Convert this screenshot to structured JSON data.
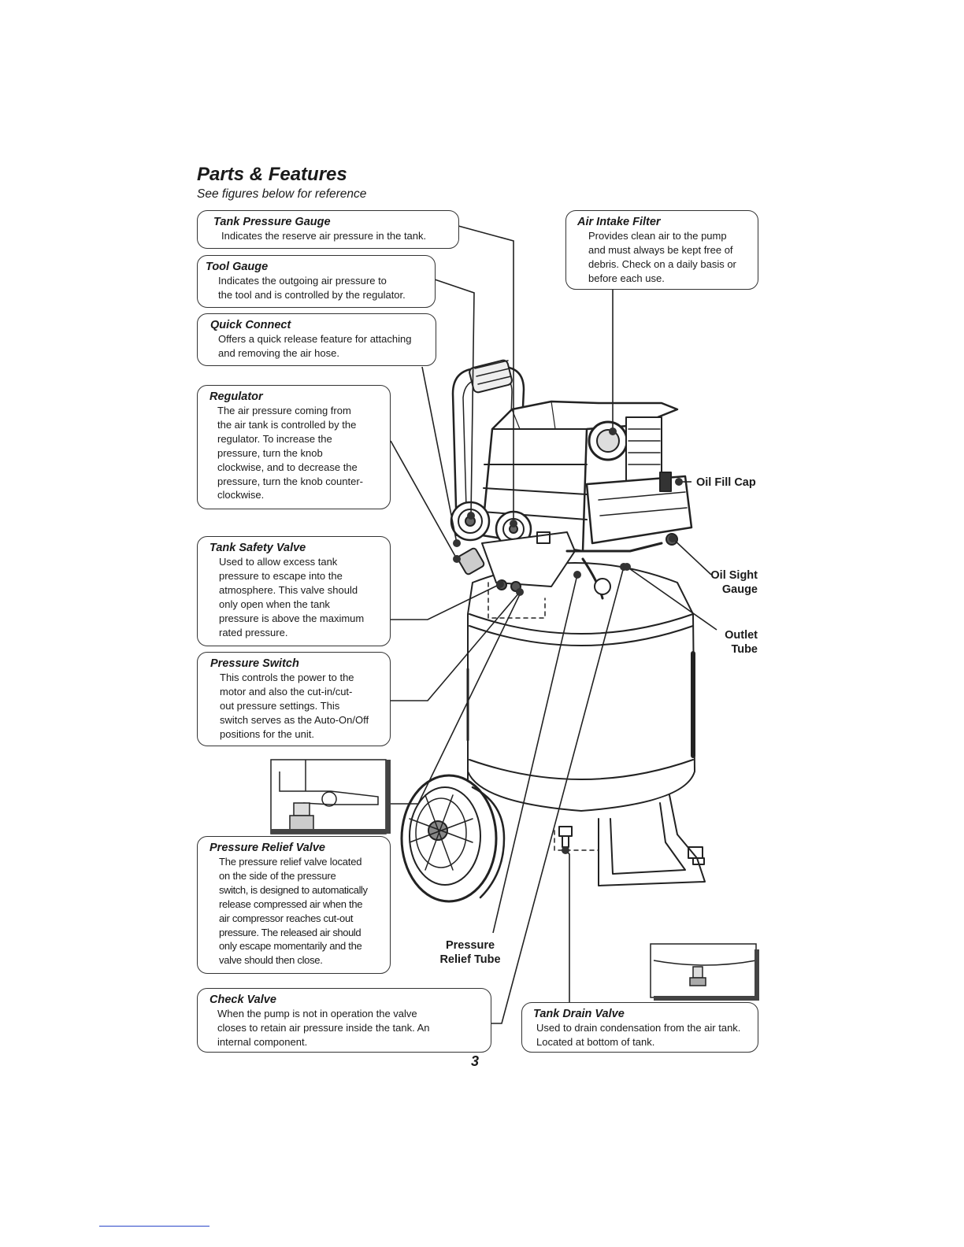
{
  "header": {
    "title": "Parts & Features",
    "subtitle": "See figures below for reference"
  },
  "callouts": {
    "tank_pressure_gauge": {
      "title": "Tank Pressure Gauge",
      "lines": [
        "Indicates the reserve air pressure in the tank."
      ]
    },
    "tool_gauge": {
      "title": "Tool Gauge",
      "lines": [
        "Indicates the outgoing air pressure to",
        "the tool and is controlled by the regulator."
      ]
    },
    "quick_connect": {
      "title": "Quick Connect",
      "lines": [
        "Offers a quick release feature for attaching",
        "and removing the air hose."
      ]
    },
    "regulator": {
      "title": "Regulator",
      "lines": [
        "The air pressure coming from",
        "the air tank is controlled by the",
        "regulator. To increase the",
        "pressure, turn the knob",
        "clockwise, and to decrease the",
        "pressure, turn the knob counter-",
        "clockwise."
      ]
    },
    "tank_safety_valve": {
      "title": "Tank Safety Valve",
      "lines": [
        "Used to allow excess tank",
        "pressure to escape into the",
        "atmosphere. This valve should",
        "only open when the tank",
        "pressure is above the maximum",
        "rated pressure."
      ]
    },
    "pressure_switch": {
      "title": "Pressure Switch",
      "lines": [
        "This controls the power to the",
        "motor and also the cut-in/cut-",
        "out pressure settings. This",
        "switch serves as the Auto-On/Off",
        "positions for the unit."
      ]
    },
    "pressure_relief_valve": {
      "title": "Pressure Relief Valve",
      "lines": [
        "The pressure relief valve located",
        "on the side of the pressure",
        "switch, is designed to automatically",
        "release compressed air when the",
        "air compressor reaches cut-out",
        "pressure. The released air should",
        "only escape momentarily and the",
        "valve should then close."
      ]
    },
    "check_valve": {
      "title": "Check Valve",
      "lines": [
        "When the pump is not in operation the valve",
        "closes to retain air pressure inside the tank. An",
        "internal component."
      ]
    },
    "air_intake_filter": {
      "title": "Air Intake Filter",
      "lines": [
        "Provides clean air to the pump",
        "and must always be kept free of",
        "debris. Check on a daily basis or",
        "before each use."
      ]
    },
    "tank_drain_valve": {
      "title": "Tank Drain Valve",
      "lines": [
        "Used to drain condensation from the air tank.",
        "Located at bottom of tank."
      ]
    }
  },
  "labels": {
    "oil_fill_cap": "Oil Fill Cap",
    "oil_sight_gauge": [
      "Oil Sight",
      "Gauge"
    ],
    "outlet_tube": [
      "Outlet",
      "Tube"
    ],
    "pressure_relief_tube": [
      "Pressure",
      "Relief Tube"
    ]
  },
  "footer": {
    "page_number": "3"
  },
  "colors": {
    "ink": "#1a1a1a",
    "footer_line": "#2a46c8"
  }
}
